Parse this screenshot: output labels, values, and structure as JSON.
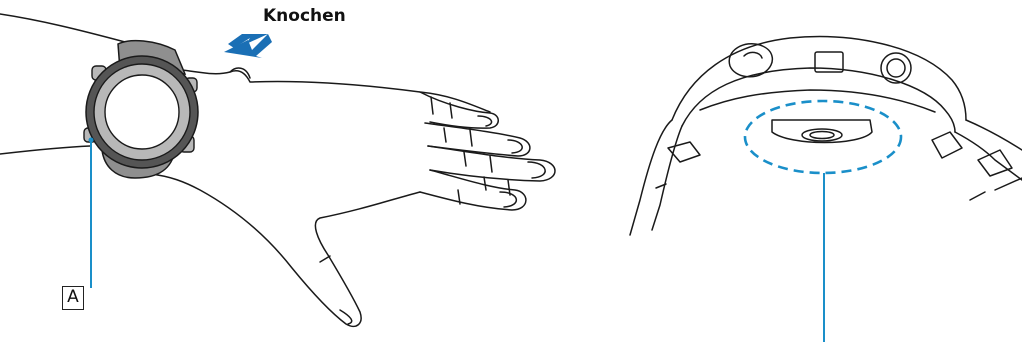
{
  "labels": {
    "bone": "Knochen",
    "button_marker": "A"
  },
  "colors": {
    "line": "#1a1a1a",
    "watch_dark": "#555555",
    "watch_mid": "#8f8f8f",
    "watch_light": "#b8b8b8",
    "arrow": "#1a6fb5",
    "callout": "#1a8fc9"
  },
  "icons": {
    "bone_pointer": "arrow-icon",
    "sensor_area": "dashed-ellipse"
  }
}
